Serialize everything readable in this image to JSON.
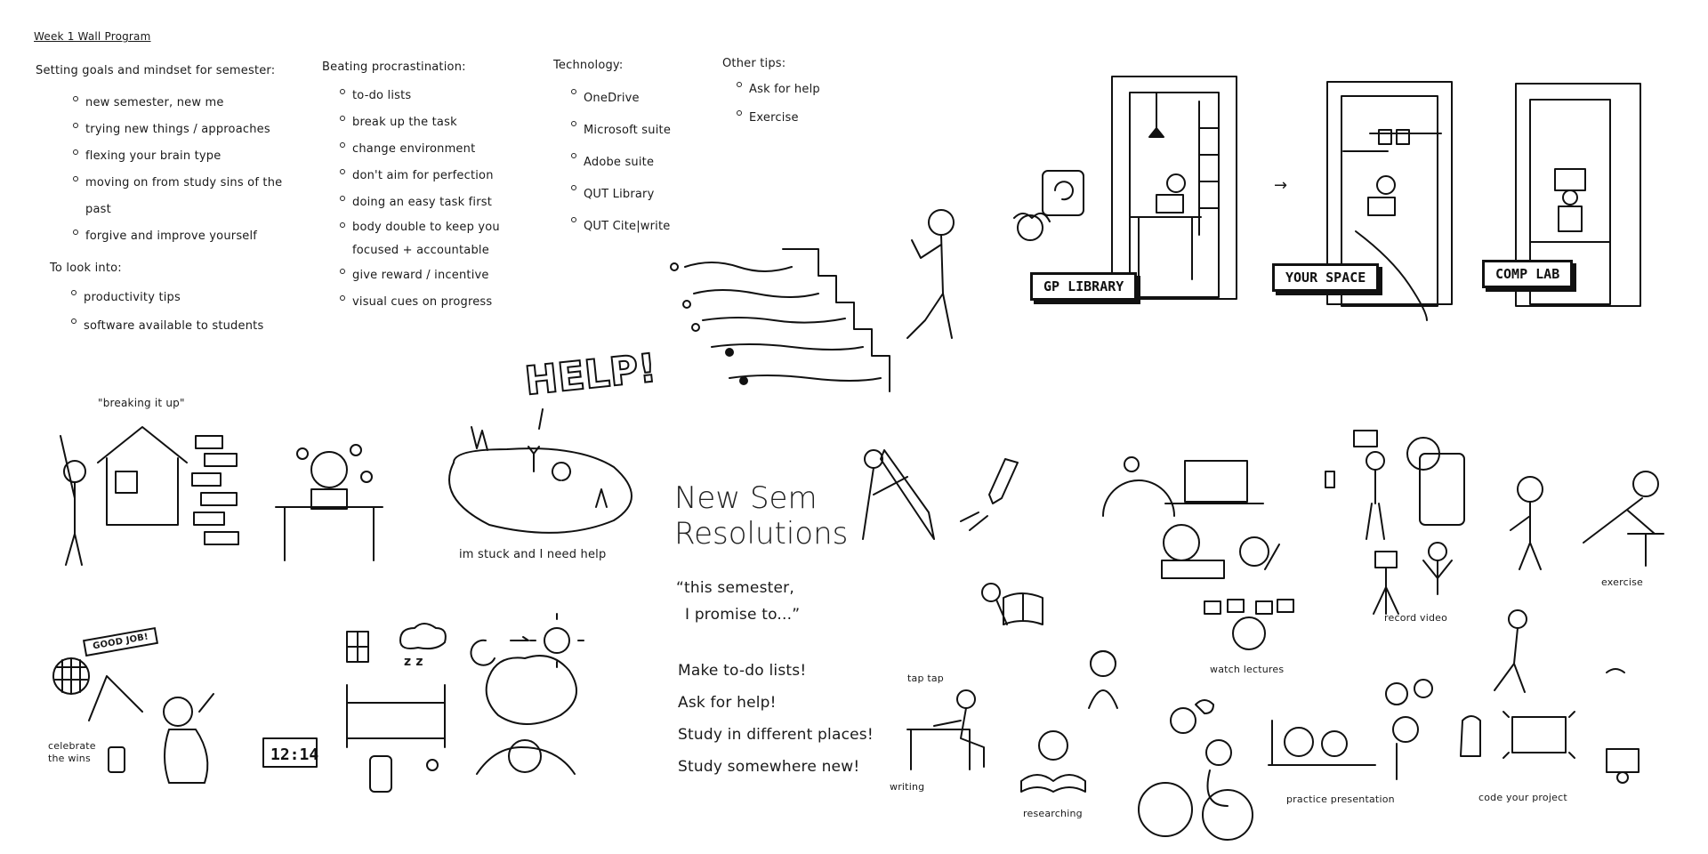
{
  "header": {
    "title": "Week 1 Wall Program"
  },
  "goals": {
    "heading": "Setting goals and mindset for semester:",
    "items": [
      "new semester, new me",
      "trying new things / approaches",
      "flexing your brain type",
      "moving on from study sins of the past",
      "forgive and improve yourself"
    ]
  },
  "look_into": {
    "heading": "To look into:",
    "items": [
      "productivity tips",
      "software available to students"
    ]
  },
  "procrastination": {
    "heading": "Beating procrastination:",
    "items": [
      "to-do lists",
      "break up the task",
      "change environment",
      "don't aim for perfection",
      "doing an easy task first",
      "body double to keep you focused + accountable",
      "give reward / incentive",
      "visual cues on progress"
    ]
  },
  "technology": {
    "heading": "Technology:",
    "items": [
      "OneDrive",
      "Microsoft suite",
      "Adobe suite",
      "QUT Library",
      "QUT Cite|write"
    ]
  },
  "other_tips": {
    "heading": "Other tips:",
    "items": [
      "Ask for help",
      "Exercise"
    ]
  },
  "places": {
    "library": "GP LIBRARY",
    "your_space": "YOUR SPACE",
    "comp_lab": "COMP LAB"
  },
  "sketches": {
    "breaking_it_up": "\"breaking it up\"",
    "help_bubble": "HELP!",
    "stuck": "im stuck and I need help",
    "good_job": "GOOD JOB!",
    "celebrate": "celebrate the wins",
    "clock": "12:14",
    "zzz": "z z"
  },
  "resolutions": {
    "title_line1": "New Sem",
    "title_line2": "Resolutions",
    "quote_line1": "“this semester,",
    "quote_line2": "I promise to...”",
    "items": [
      "Make to-do lists!",
      "Ask for help!",
      "Study in different places!",
      "Study somewhere new!"
    ]
  },
  "activities": {
    "writing": "writing",
    "tap_tap": "tap tap",
    "researching": "researching",
    "watch_lectures": "watch lectures",
    "practice_presentation": "practice presentation",
    "record_video": "record video",
    "exercise": "exercise",
    "code_project": "code your project"
  }
}
